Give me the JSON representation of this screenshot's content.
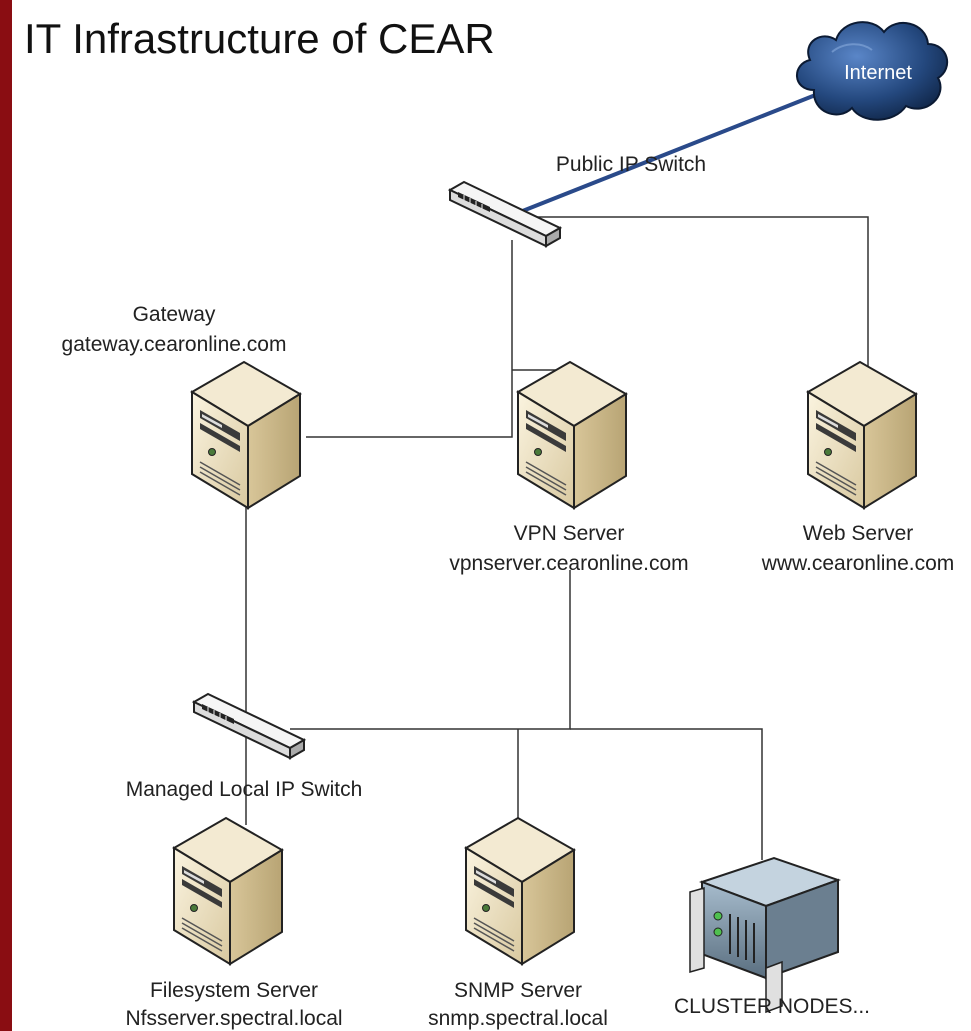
{
  "title": "IT Infrastructure of CEAR",
  "nodes": {
    "internet": {
      "label": "Internet"
    },
    "public_switch": {
      "label": "Public IP Switch"
    },
    "gateway": {
      "label": "Gateway",
      "host": "gateway.cearonline.com"
    },
    "vpn_server": {
      "label": "VPN Server",
      "host": "vpnserver.cearonline.com"
    },
    "web_server": {
      "label": "Web Server",
      "host": "www.cearonline.com"
    },
    "local_switch": {
      "label": "Managed Local IP Switch"
    },
    "filesystem_server": {
      "label": "Filesystem Server",
      "host": "Nfsserver.spectral.local"
    },
    "snmp_server": {
      "label": "SNMP Server",
      "host": "snmp.spectral.local"
    },
    "cluster": {
      "label": "CLUSTER NODES..."
    }
  },
  "icons": {
    "server": "tower-server-icon",
    "switch": "network-switch-icon",
    "cloud": "cloud-icon",
    "rack": "rack-server-icon"
  },
  "colors": {
    "frame": "#8a0d12",
    "uplink": "#2a4a8a",
    "cloud": "#1e3f73",
    "server_body": "#efe3c4"
  }
}
